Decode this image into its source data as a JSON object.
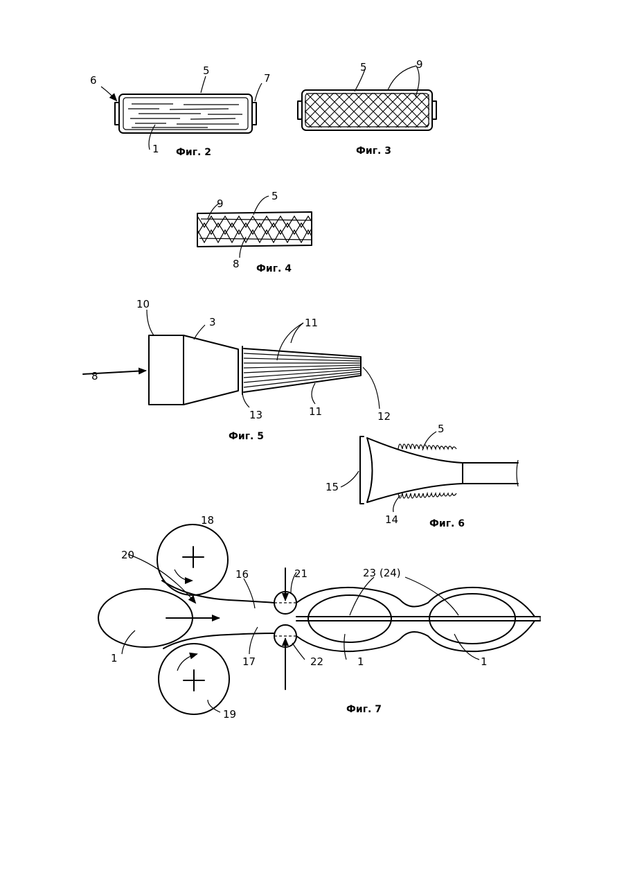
{
  "figures": {
    "fig2": {
      "caption": "Фиг. 2",
      "labels": {
        "l6": "6",
        "l5": "5",
        "l7": "7",
        "l1": "1"
      }
    },
    "fig3": {
      "caption": "Фиг. 3",
      "labels": {
        "l5": "5",
        "l9": "9"
      }
    },
    "fig4": {
      "caption": "Фиг. 4",
      "labels": {
        "l9": "9",
        "l5": "5",
        "l8": "8"
      }
    },
    "fig5": {
      "caption": "Фиг. 5",
      "labels": {
        "l10": "10",
        "l3": "3",
        "l11a": "11",
        "l8": "8",
        "l13": "13",
        "l11b": "11",
        "l12": "12"
      }
    },
    "fig6": {
      "caption": "Фиг. 6",
      "labels": {
        "l5": "5",
        "l15": "15",
        "l14": "14"
      }
    },
    "fig7": {
      "caption": "Фиг. 7",
      "labels": {
        "l18": "18",
        "l20": "20",
        "l21": "21",
        "l16": "16",
        "l2324": "23 (24)",
        "l1a": "1",
        "l17": "17",
        "l22": "22",
        "l1b": "1",
        "l1c": "1",
        "l19": "19"
      }
    }
  }
}
